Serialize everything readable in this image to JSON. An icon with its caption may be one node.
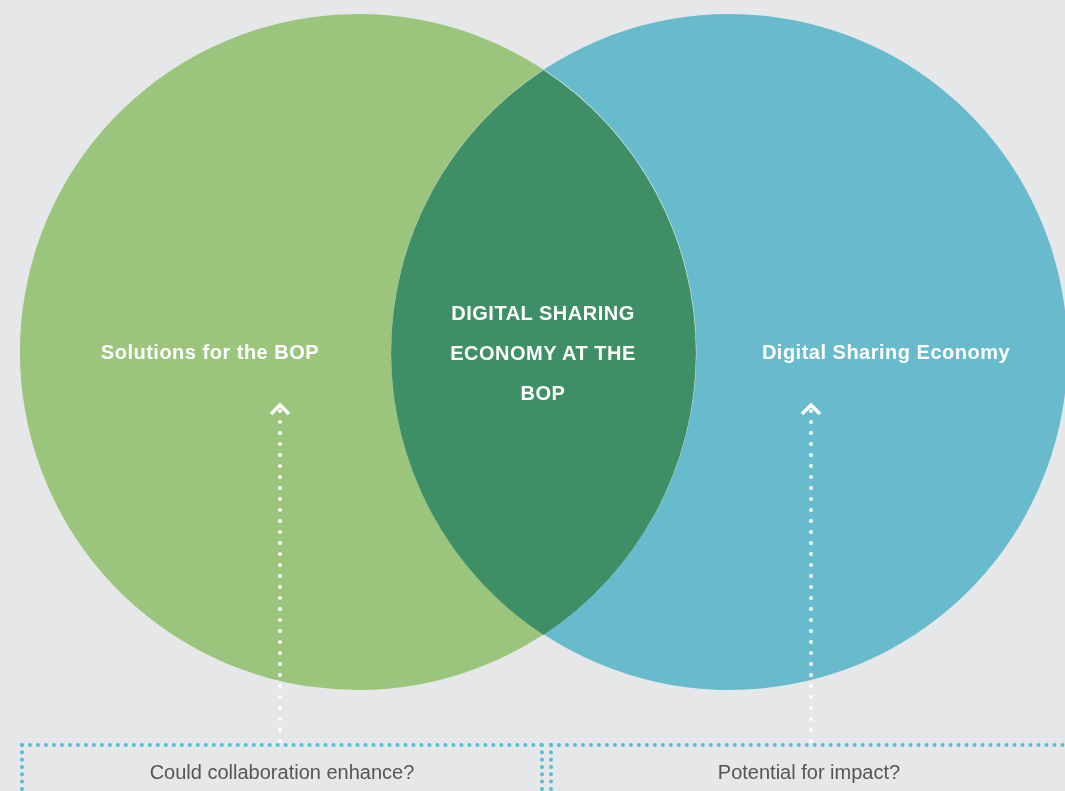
{
  "diagram": {
    "nodes": [
      {
        "text": [
          "Solutions for the BOP"
        ]
      },
      {
        "text": [
          "DIGITAL SHARING ECONOMY AT THE BOP"
        ]
      },
      {
        "text": [
          "Digital Sharing Economy"
        ]
      },
      {
        "text": [
          "Could collaboration enhance?"
        ]
      },
      {
        "text": [
          "Potential for impact?"
        ]
      }
    ],
    "edges": [
      {
        "from": 3,
        "to": 0,
        "arrow": "to",
        "style": "dashed"
      },
      {
        "from": 4,
        "to": 2,
        "arrow": "to",
        "style": "dashed"
      }
    ]
  }
}
